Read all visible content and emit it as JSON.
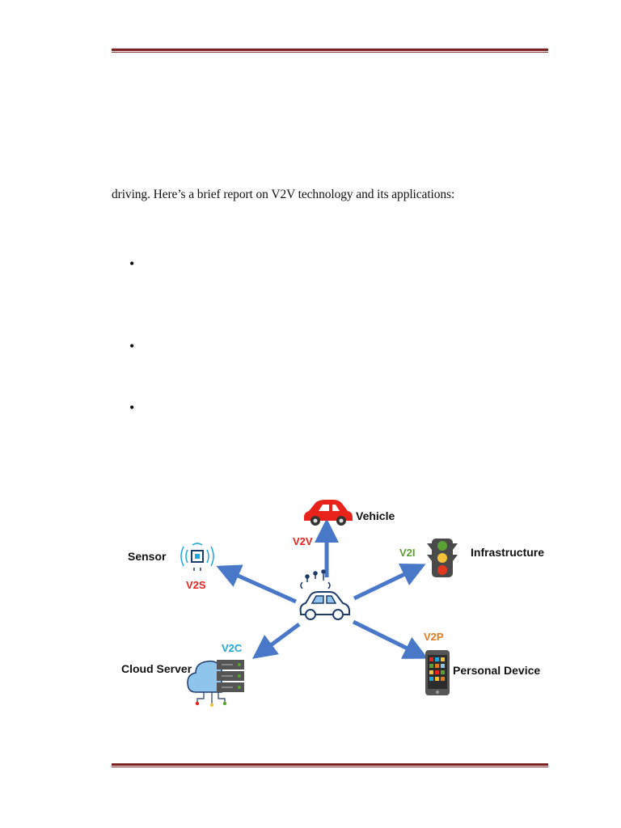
{
  "document": {
    "intro_line": "driving. Here’s a brief report on V2V technology and its applications:",
    "bullets": [
      "•",
      "•",
      "•"
    ]
  },
  "figure": {
    "nodes": {
      "vehicle": {
        "label": "Vehicle",
        "link": "V2V",
        "link_color": "#e8231c"
      },
      "infrastructure": {
        "label": "Infrastructure",
        "link": "V2I",
        "link_color": "#5aa033"
      },
      "sensor": {
        "label": "Sensor",
        "link": "V2S",
        "link_color": "#e8231c"
      },
      "cloud": {
        "label": "Cloud Server",
        "link": "V2C",
        "link_color": "#1fa7dc"
      },
      "personal": {
        "label": "Personal Device",
        "link": "V2P",
        "link_color": "#e07a1a"
      }
    },
    "arrow_color": "#4a78c9",
    "icons": [
      "car-center-icon",
      "car-red-icon",
      "traffic-light-icon",
      "sensor-chip-icon",
      "cloud-server-icon",
      "smartphone-icon"
    ]
  }
}
